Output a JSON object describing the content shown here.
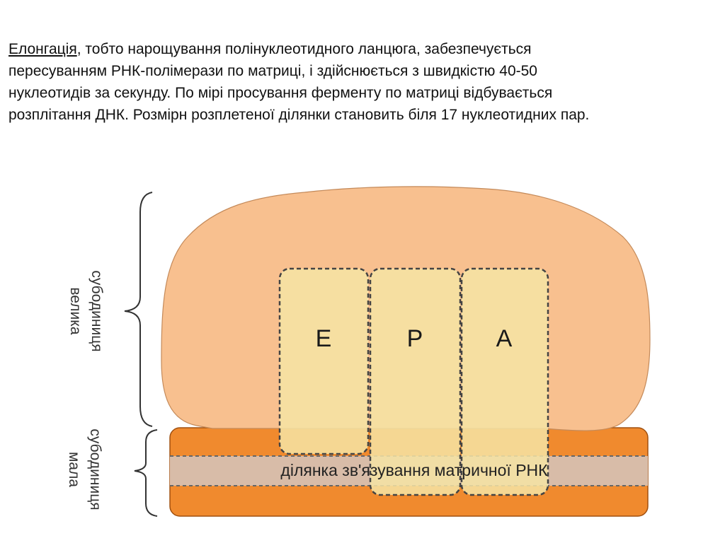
{
  "slide": {
    "term": "Елонгація",
    "lines": [
      ", тобто нарощування полінуклеотидного ланцюга, забезпечується",
      "пересуванням РНК-полімерази по матриці, і здійснюється з швидкістю 40-50",
      "нуклеотидів за секунду. По мірі просування ферменту по матриці відбувається",
      "розплітання ДНК. Розмірн розплетеної ділянки становить біля 17 нуклеотидних пар."
    ]
  },
  "diagram": {
    "large_subunit_label_line1": "велика",
    "large_subunit_label_line2": "субодиниця",
    "small_subunit_label_line1": "мала",
    "small_subunit_label_line2": "субодиниця",
    "site_e": "E",
    "site_p": "P",
    "site_a": "A",
    "mrna_binding_site": "ділянка зв'язування матричної РНК",
    "colors": {
      "large_subunit": "#f8c08f",
      "small_subunit": "#f08a2e",
      "mrna_band": "#d8bca8",
      "site_fill": "#f6e4a4",
      "outline": "#555555"
    }
  }
}
